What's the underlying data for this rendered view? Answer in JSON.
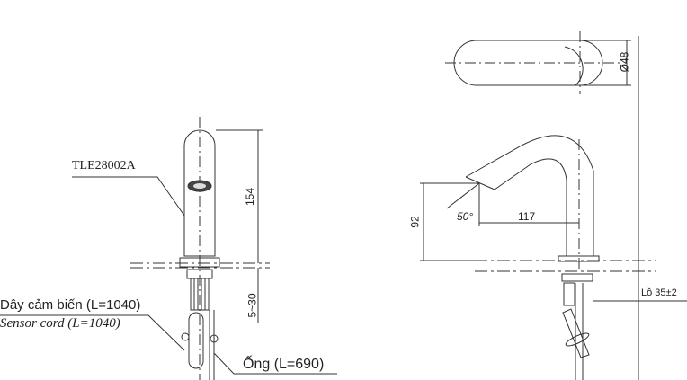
{
  "front_view": {
    "model_label": "TLE28002A",
    "height_dim": "154",
    "depth_dim": "5~30",
    "sensor_cord_vi": "Dây cảm biến (L=1040)",
    "sensor_cord_en": "Sensor cord (L=1040)",
    "hose_label": "Ống (L=690)"
  },
  "top_view": {
    "diameter_dim": "Ø48"
  },
  "side_view": {
    "height_dim": "92",
    "angle_dim": "50°",
    "reach_dim": "117",
    "hole_dim": "Lỗ 35±2"
  }
}
